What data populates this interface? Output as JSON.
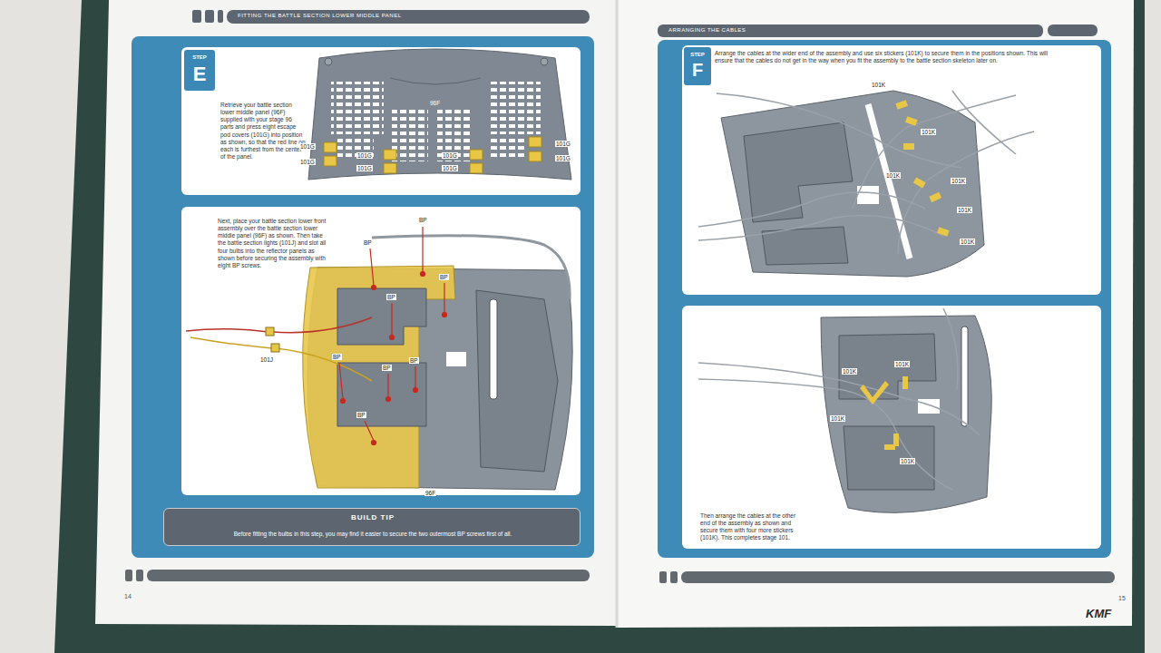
{
  "diagram": {
    "nodes": [
      {
        "text": [
          "FITTING THE BATTLE SECTION LOWER MIDDLE PANEL"
        ]
      },
      {
        "text": [
          "Retrieve your battle section lower middle panel (96F) supplied with your stage 96 parts and press eight escape pod covers (101G) into position as shown, so that the red line on each is furthest from the center of the panel."
        ]
      },
      {
        "text": [
          "STEP",
          "E"
        ],
        "in": 1
      },
      {
        "text": [
          "Next, place your battle section lower front assembly over the battle section lower middle panel (96F) as shown. Then take the battle section lights (101J) and slot all four bulbs into the reflector panels as shown before securing the assembly with eight BP screws."
        ]
      },
      {
        "text": [
          "BUILD TIP",
          "Before fitting the bulbs in this step, you may find it easier to secure the two outermost BP screws first of all."
        ]
      },
      {
        "text": [
          "ARRANGING THE CABLES"
        ]
      },
      {
        "text": [
          "Arrange the cables at the wider end of the assembly and use six stickers (101K) to secure them in the positions shown. This will ensure that the cables do not get in the way when you fit the assembly to the battle section skeleton later on."
        ]
      },
      {
        "text": [
          "STEP",
          "F"
        ],
        "in": 6
      },
      {
        "text": [
          "Then arrange the cables at the other end of the assembly as shown and secure them with four more stickers (101K). This completes stage 101."
        ]
      }
    ],
    "labels": [
      "96F",
      "101G",
      "101G",
      "101G",
      "101G",
      "101G",
      "101G",
      "101G",
      "101G",
      "BP",
      "BP",
      "BP",
      "BP",
      "BP",
      "BP",
      "BP",
      "BP",
      "101J",
      "96F",
      "101K",
      "101K",
      "101K",
      "101K",
      "101K",
      "101K",
      "101K",
      "101K",
      "101K",
      "101K",
      "14",
      "15",
      "KMF"
    ]
  }
}
